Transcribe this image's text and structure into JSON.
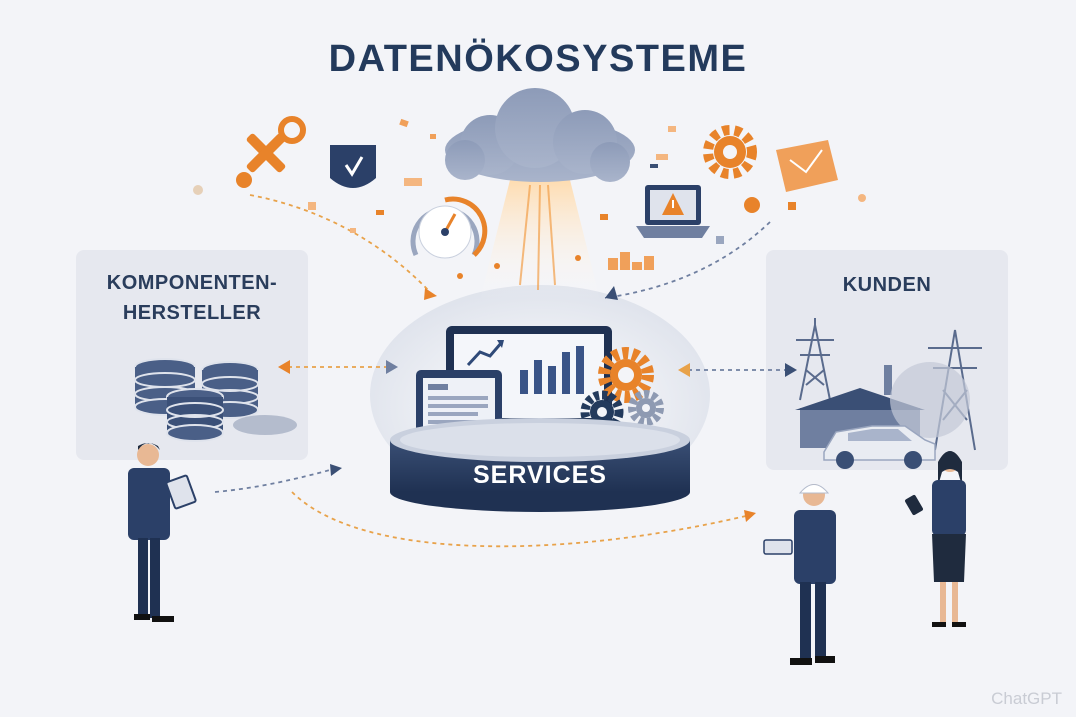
{
  "title": "DATENÖKOSYSTEME",
  "left_panel": {
    "label_line1": "KOMPONENTEN-",
    "label_line2": "HERSTELLER"
  },
  "right_panel": {
    "label": "KUNDEN"
  },
  "center": {
    "label": "SERVICES"
  },
  "watermark": "ChatGPT",
  "colors": {
    "navy": "#233a5c",
    "accent": "#e8832a",
    "slate": "#6f7fa0",
    "panel": "#e6e8ef",
    "background": "#f3f4f8"
  },
  "icons": [
    "wrench-icon",
    "shield-icon",
    "cloud-icon",
    "gauge-icon",
    "gear-icon",
    "laptop-warning-icon",
    "map-icon",
    "database-icon",
    "monitor-chart-icon",
    "power-pylon-icon",
    "factory-icon",
    "car-icon",
    "person-icon"
  ]
}
